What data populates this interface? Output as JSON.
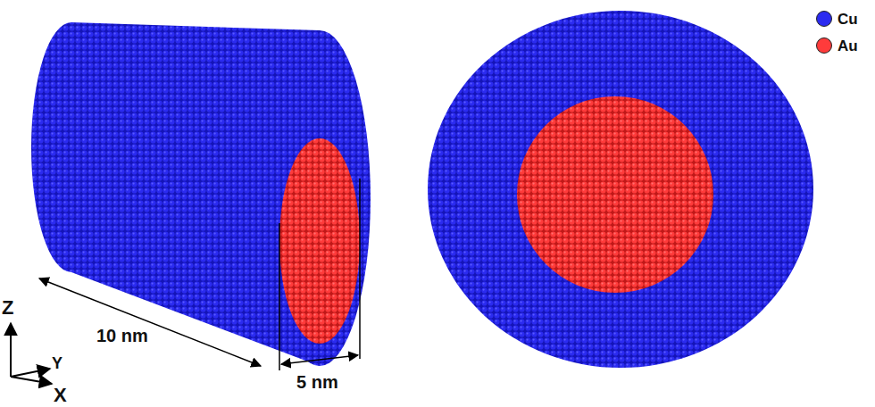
{
  "diagram": {
    "labels": [
      "10 nm",
      "5 nm",
      "Z",
      "Y",
      "X"
    ],
    "legend": [
      {
        "text": "Cu",
        "color": "#2b2bf0"
      },
      {
        "text": "Au",
        "color": "#ff3b3b"
      }
    ]
  }
}
